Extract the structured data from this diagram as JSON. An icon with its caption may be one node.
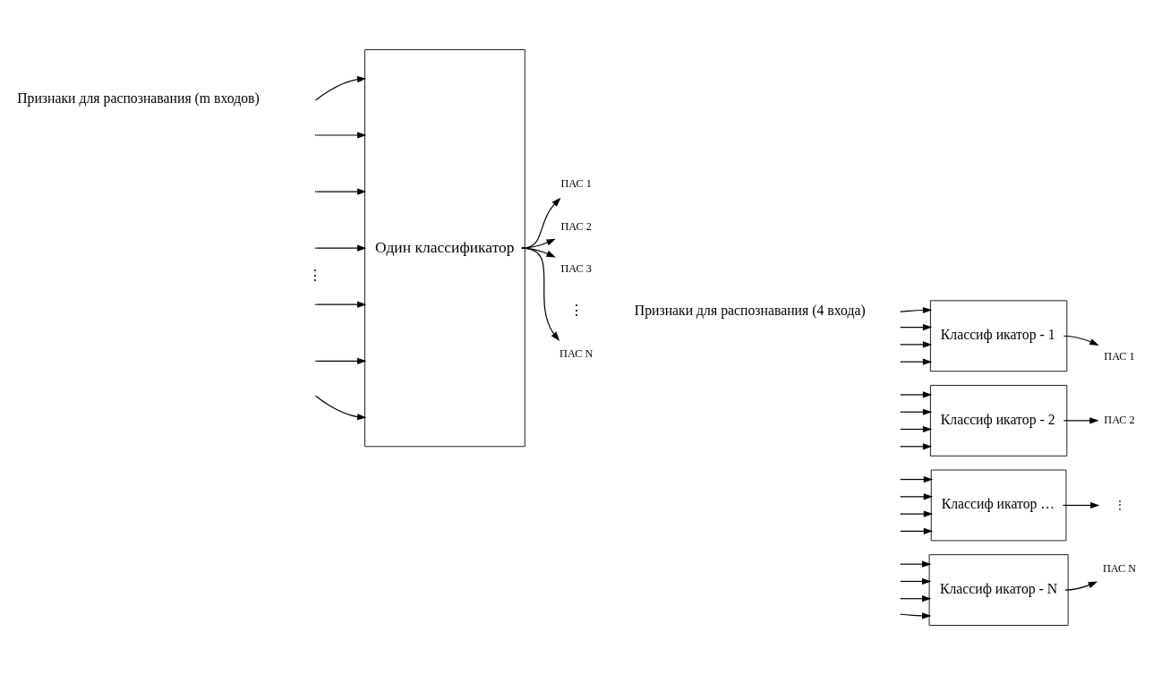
{
  "diagram": {
    "nodes": [
      {
        "text": [
          "Один классификатор"
        ]
      },
      {
        "text": [
          "ПАС 1"
        ]
      },
      {
        "text": [
          "ПАС 2"
        ]
      },
      {
        "text": [
          "ПАС 3"
        ]
      },
      {
        "text": [
          "ПАС N"
        ]
      },
      {
        "text": [
          "Классиф икатор - 1"
        ]
      },
      {
        "text": [
          "Классиф икатор - 2"
        ]
      },
      {
        "text": [
          "Классиф икатор …"
        ]
      },
      {
        "text": [
          "Классиф икатор - N"
        ]
      },
      {
        "text": [
          "ПАС 1"
        ]
      },
      {
        "text": [
          "ПАС 2"
        ]
      },
      {
        "text": [
          "⋮"
        ]
      },
      {
        "text": [
          "ПАС N"
        ]
      }
    ],
    "edges": [
      {
        "from": null,
        "to": 0,
        "arrow": "to"
      },
      {
        "from": null,
        "to": 0,
        "arrow": "to"
      },
      {
        "from": null,
        "to": 0,
        "arrow": "to"
      },
      {
        "from": null,
        "to": 0,
        "arrow": "to"
      },
      {
        "from": null,
        "to": 0,
        "arrow": "to"
      },
      {
        "from": null,
        "to": 0,
        "arrow": "to"
      },
      {
        "from": null,
        "to": 0,
        "arrow": "to"
      },
      {
        "from": 0,
        "to": 1,
        "arrow": "to"
      },
      {
        "from": 0,
        "to": 2,
        "arrow": "to"
      },
      {
        "from": 0,
        "to": 3,
        "arrow": "to"
      },
      {
        "from": 0,
        "to": 4,
        "arrow": "to"
      },
      {
        "from": null,
        "to": 5,
        "arrow": "to"
      },
      {
        "from": null,
        "to": 5,
        "arrow": "to"
      },
      {
        "from": null,
        "to": 5,
        "arrow": "to"
      },
      {
        "from": null,
        "to": 5,
        "arrow": "to"
      },
      {
        "from": null,
        "to": 6,
        "arrow": "to"
      },
      {
        "from": null,
        "to": 6,
        "arrow": "to"
      },
      {
        "from": null,
        "to": 6,
        "arrow": "to"
      },
      {
        "from": null,
        "to": 6,
        "arrow": "to"
      },
      {
        "from": null,
        "to": 7,
        "arrow": "to"
      },
      {
        "from": null,
        "to": 7,
        "arrow": "to"
      },
      {
        "from": null,
        "to": 7,
        "arrow": "to"
      },
      {
        "from": null,
        "to": 7,
        "arrow": "to"
      },
      {
        "from": null,
        "to": 8,
        "arrow": "to"
      },
      {
        "from": null,
        "to": 8,
        "arrow": "to"
      },
      {
        "from": null,
        "to": 8,
        "arrow": "to"
      },
      {
        "from": null,
        "to": 8,
        "arrow": "to"
      },
      {
        "from": 5,
        "to": 9,
        "arrow": "to"
      },
      {
        "from": 6,
        "to": 10,
        "arrow": "to"
      },
      {
        "from": 7,
        "to": 11,
        "arrow": "to"
      },
      {
        "from": 8,
        "to": 12,
        "arrow": "to"
      }
    ],
    "labels": [
      "Признаки для распознавания (m входов)",
      "⋮",
      "⋮",
      "Признаки для распознавания (4 входа)"
    ]
  }
}
